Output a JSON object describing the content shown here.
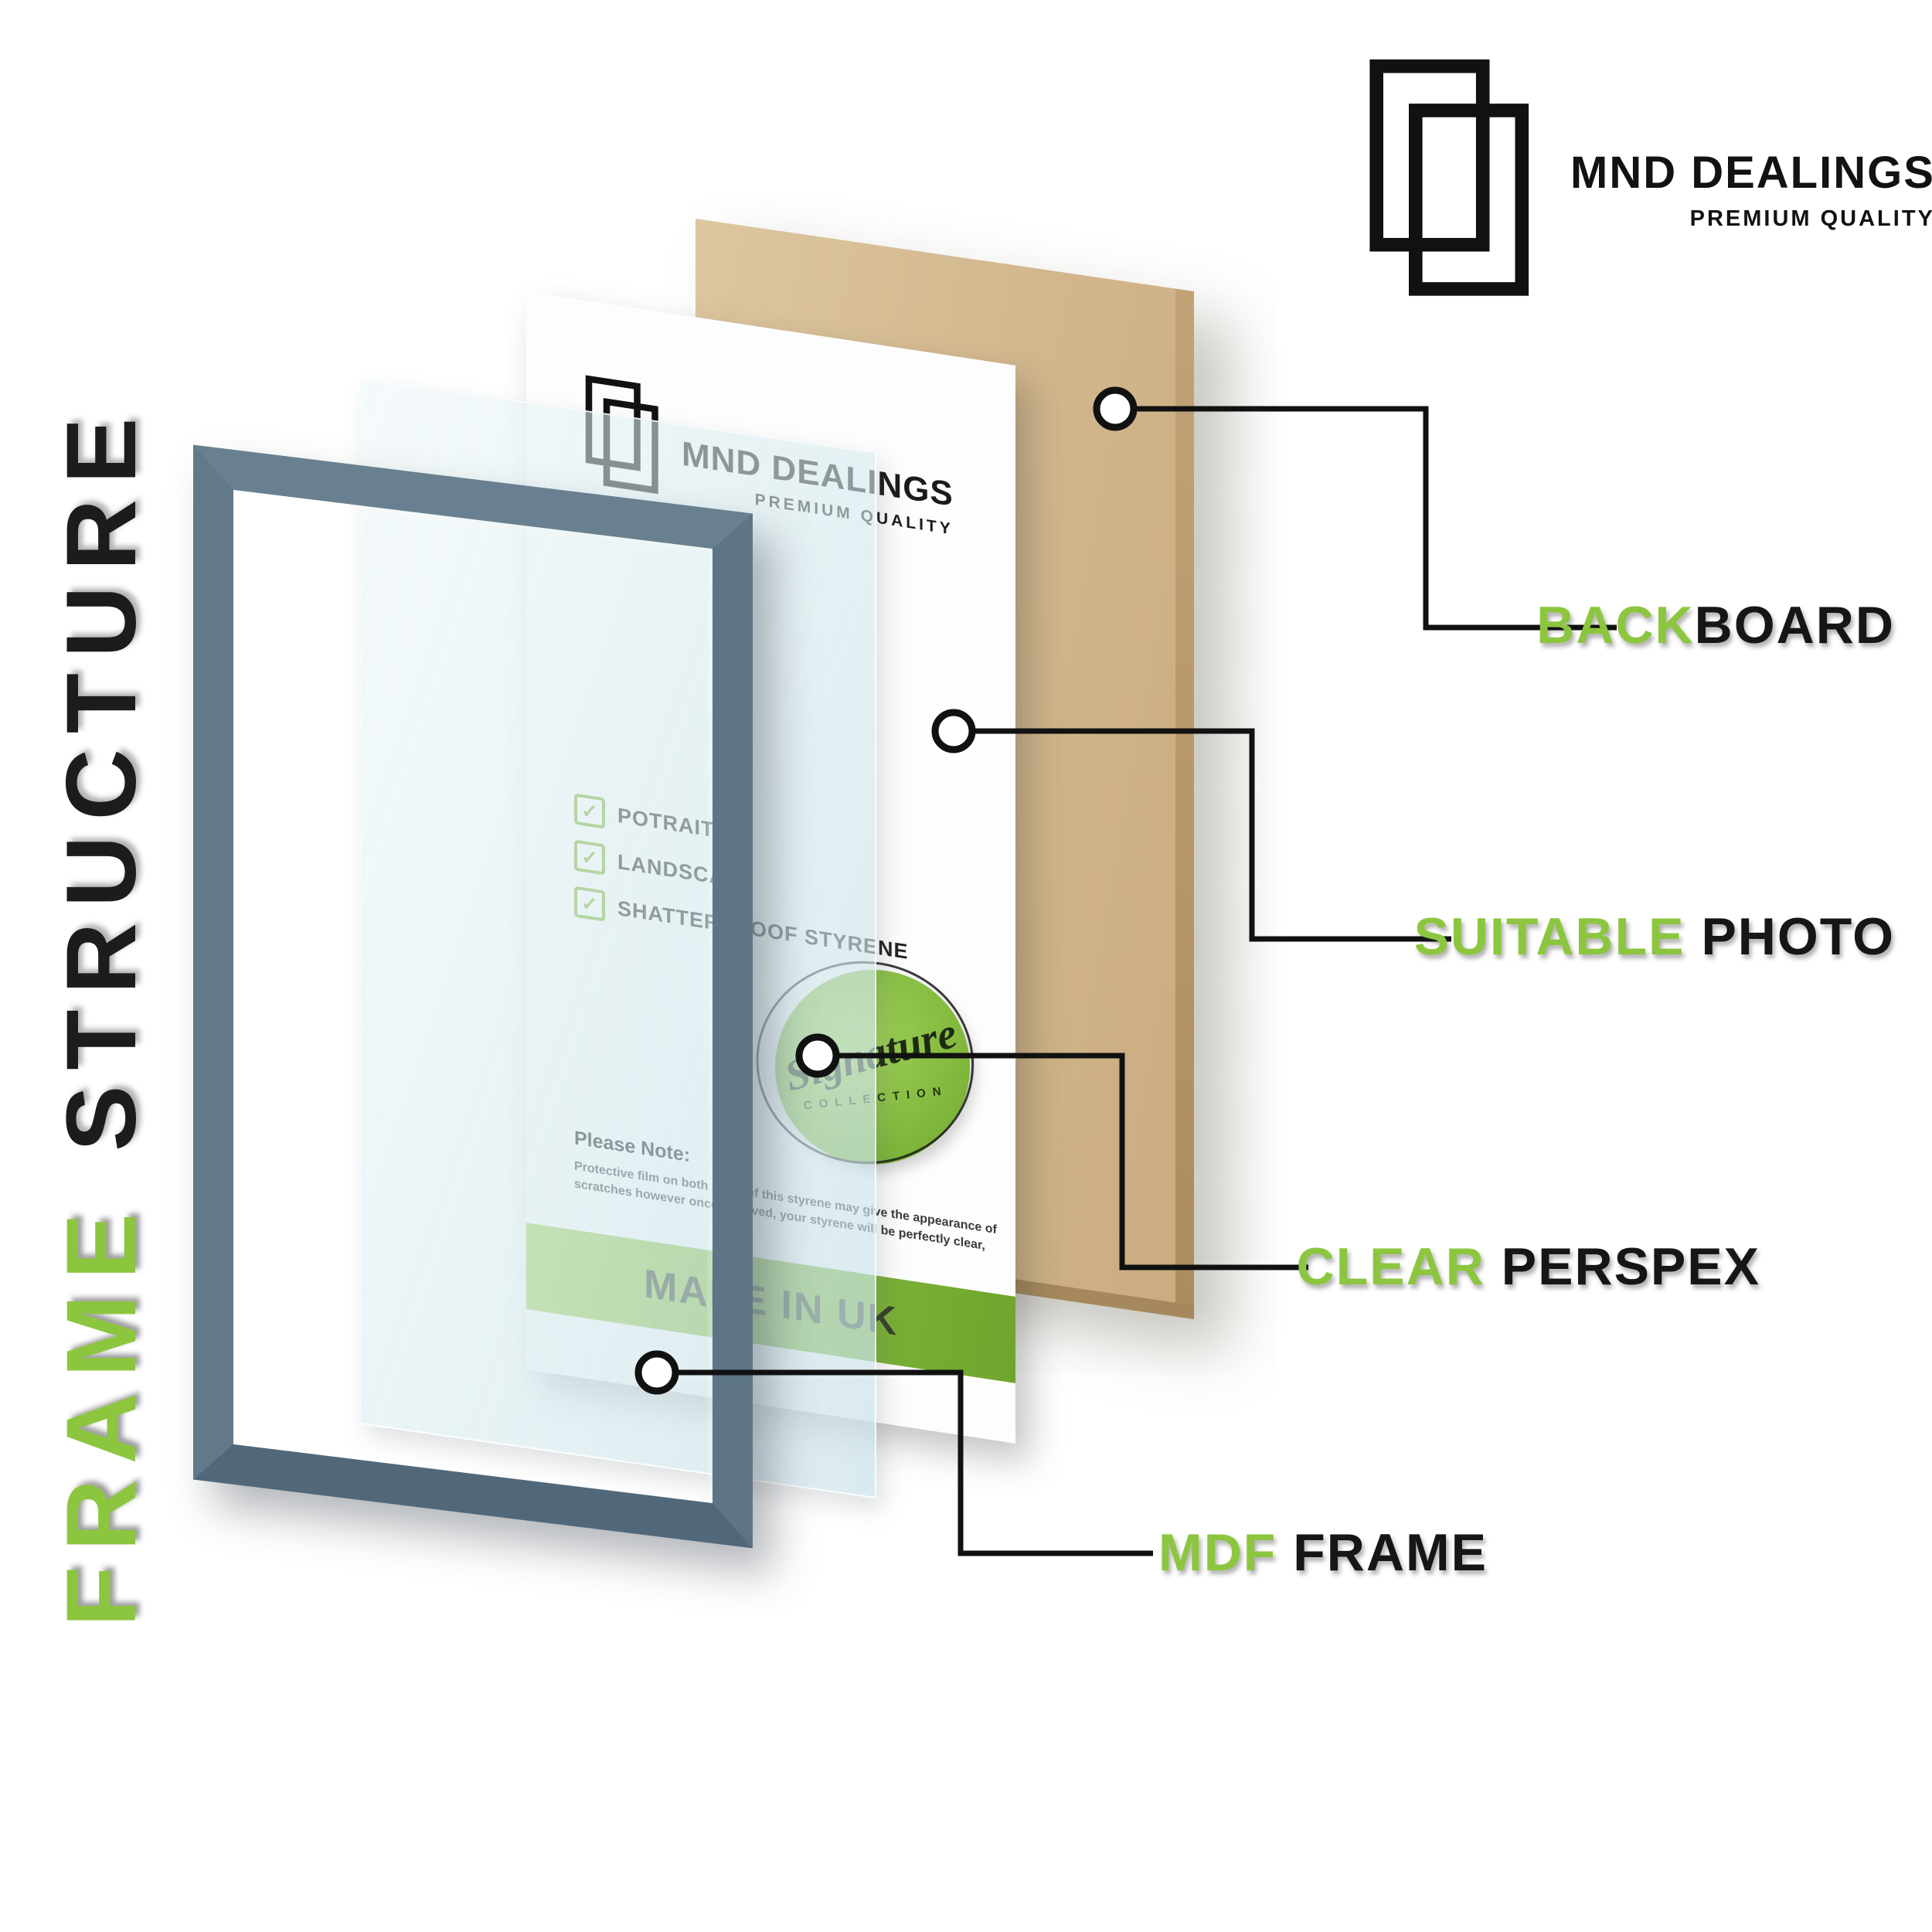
{
  "title": {
    "word_green": "FRAME",
    "word_dark": "STRUCTURE"
  },
  "brand": {
    "name": "MND DEALINGS",
    "tagline": "PREMIUM QUALITY"
  },
  "labels": {
    "backboard": {
      "green": "BACK",
      "dark": "BOARD"
    },
    "photo": {
      "green": "SUITABLE ",
      "dark": "PHOTO"
    },
    "perspex": {
      "green": "CLEAR ",
      "dark": "PERSPEX"
    },
    "frame": {
      "green": "MDF ",
      "dark": "FRAME"
    }
  },
  "photo_sheet": {
    "brand_name": "MND DEALINGS",
    "brand_tagline": "PREMIUM QUALITY",
    "checklist": [
      "POTRAIT",
      "LANDSCAPE",
      "SHATTERPROOF STYRENE"
    ],
    "checkmark": "✓",
    "note_title": "Please Note:",
    "note_body": "Protective film on both sides of this styrene may give the appearance of scratches however once removed, your styrene will be perfectly clear,",
    "banner": "MADE IN UK",
    "badge_script": "Signature",
    "badge_sub": "COLLECTION"
  },
  "colors": {
    "accent_green": "#8CC63F",
    "banner_green": "#7FB636",
    "frame_slate": "#5D7586",
    "board_tan": "#D3B98F",
    "text_dark": "#1C1C1C"
  }
}
